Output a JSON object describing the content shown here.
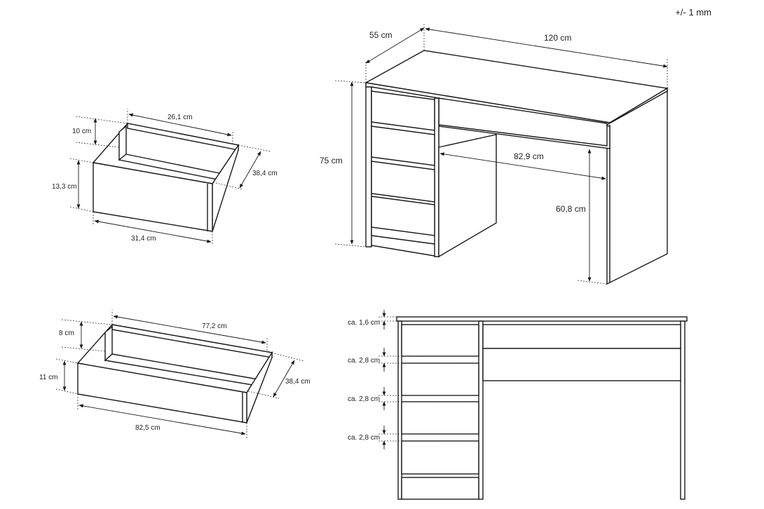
{
  "tolerance": "+/- 1 mm",
  "desk": {
    "depth": "55 cm",
    "width": "120 cm",
    "height": "75 cm",
    "knee_width": "82,9 cm",
    "knee_height": "60,8 cm"
  },
  "small_drawer": {
    "height_inner": "10 cm",
    "inner_width": "26,1 cm",
    "front_height": "13,3 cm",
    "depth": "38,4 cm",
    "front_width": "31,4 cm"
  },
  "large_drawer": {
    "height_inner": "8 cm",
    "inner_width": "77,2 cm",
    "front_height": "11 cm",
    "depth": "38,4 cm",
    "front_width": "82,5 cm"
  },
  "front_view": {
    "top_thickness": "ca. 1,6 cm",
    "gap_1": "ca. 2,8 cm",
    "gap_2": "ca. 2,8 cm",
    "gap_3": "ca. 2,8 cm"
  }
}
